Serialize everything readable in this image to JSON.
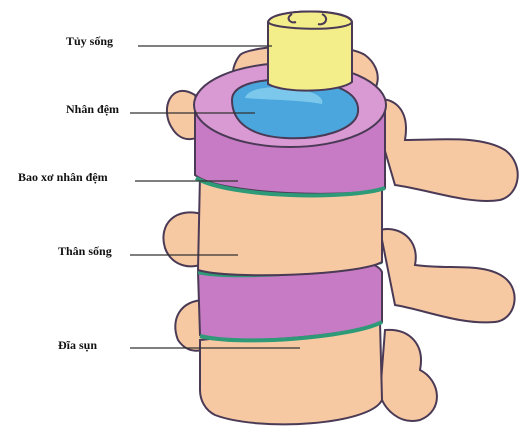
{
  "labels": [
    {
      "id": "spinal-cord",
      "text": "Tủy sống"
    },
    {
      "id": "nucleus-pulposus",
      "text": "Nhân đệm"
    },
    {
      "id": "annulus-fibrosus",
      "text": "Bao xơ nhân đệm"
    },
    {
      "id": "vertebral-body",
      "text": "Thân sống"
    },
    {
      "id": "cartilage-disc",
      "text": "Đĩa sụn"
    }
  ],
  "colors": {
    "bone": "#f7c9a3",
    "bone_dark": "#e6a880",
    "outline": "#4a3a55",
    "disc": "#c77bc4",
    "disc_light": "#d99ad4",
    "disc_edge": "#2f9a78",
    "nucleus": "#4aa6dc",
    "nucleus_light": "#7cc8ec",
    "spinal_cord": "#f3ed8a",
    "leader_line": "#333333"
  }
}
